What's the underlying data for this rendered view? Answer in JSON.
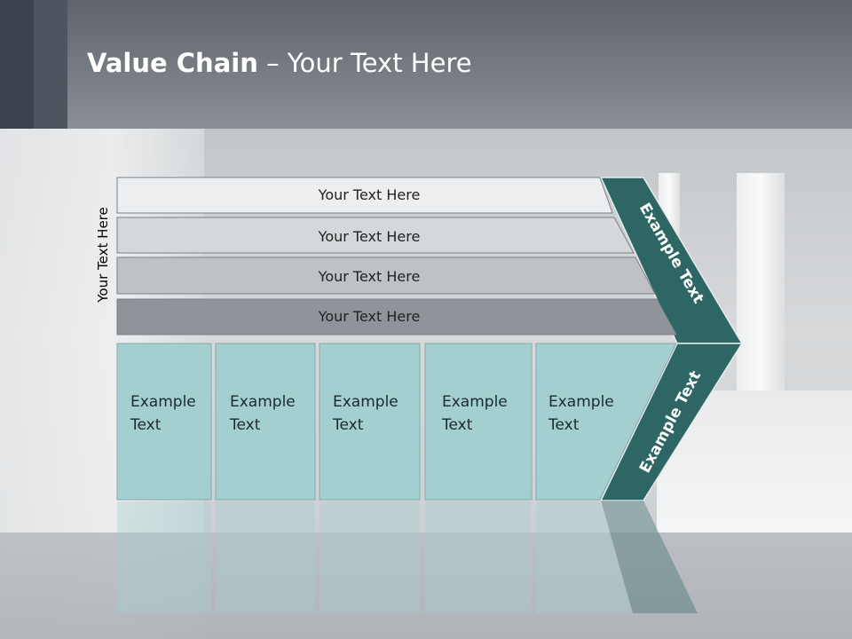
{
  "header": {
    "title_bold": "Value Chain",
    "title_rest": " – Your Text Here"
  },
  "side_label": "Your Text Here",
  "bars": [
    {
      "label": "Your Text Here",
      "fill": "#eceeef"
    },
    {
      "label": "Your Text Here",
      "fill": "#d5d8da"
    },
    {
      "label": "Your Text Here",
      "fill": "#bfc2c5"
    },
    {
      "label": "Your Text Here",
      "fill": "#8f949a"
    }
  ],
  "columns": [
    {
      "line1": "Example",
      "line2": "Text"
    },
    {
      "line1": "Example",
      "line2": "Text"
    },
    {
      "line1": "Example",
      "line2": "Text"
    },
    {
      "line1": "Example",
      "line2": "Text"
    },
    {
      "line1": "Example",
      "line2": "Text"
    }
  ],
  "chevron": {
    "upper_text": "Example Text",
    "lower_text": "Example Text",
    "fill": "#2e6565"
  },
  "colors": {
    "column_fill": "#a3cfd0",
    "header_dark": "#3d434c"
  }
}
